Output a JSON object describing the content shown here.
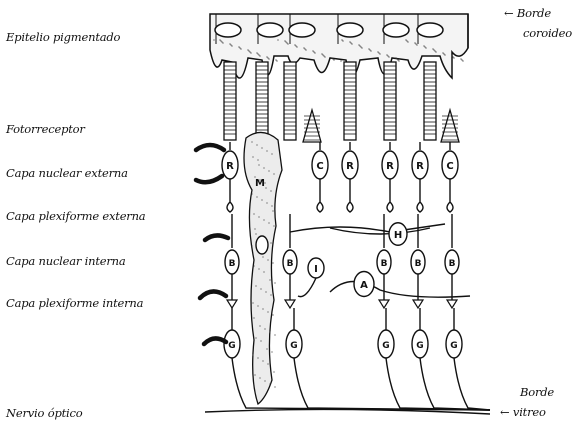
{
  "layer_labels": [
    "Epitelio pigmentado",
    "Fotorreceptor",
    "Capa nuclear externa",
    "Capa plexiforme externa",
    "Capa nuclear interna",
    "Capa plexiforme interna",
    "Nervio óptico"
  ],
  "edge_labels": {
    "top_line1": "← Borde",
    "top_line2": "coroideo",
    "bottom_line1": "Borde",
    "bottom_line2": "← vitreo"
  },
  "cell_letters": {
    "rod": "R",
    "cone": "C",
    "muller": "M",
    "bipolar": "B",
    "horizontal": "H",
    "amacrine": "A",
    "interplexiform": "I",
    "ganglion": "G"
  }
}
